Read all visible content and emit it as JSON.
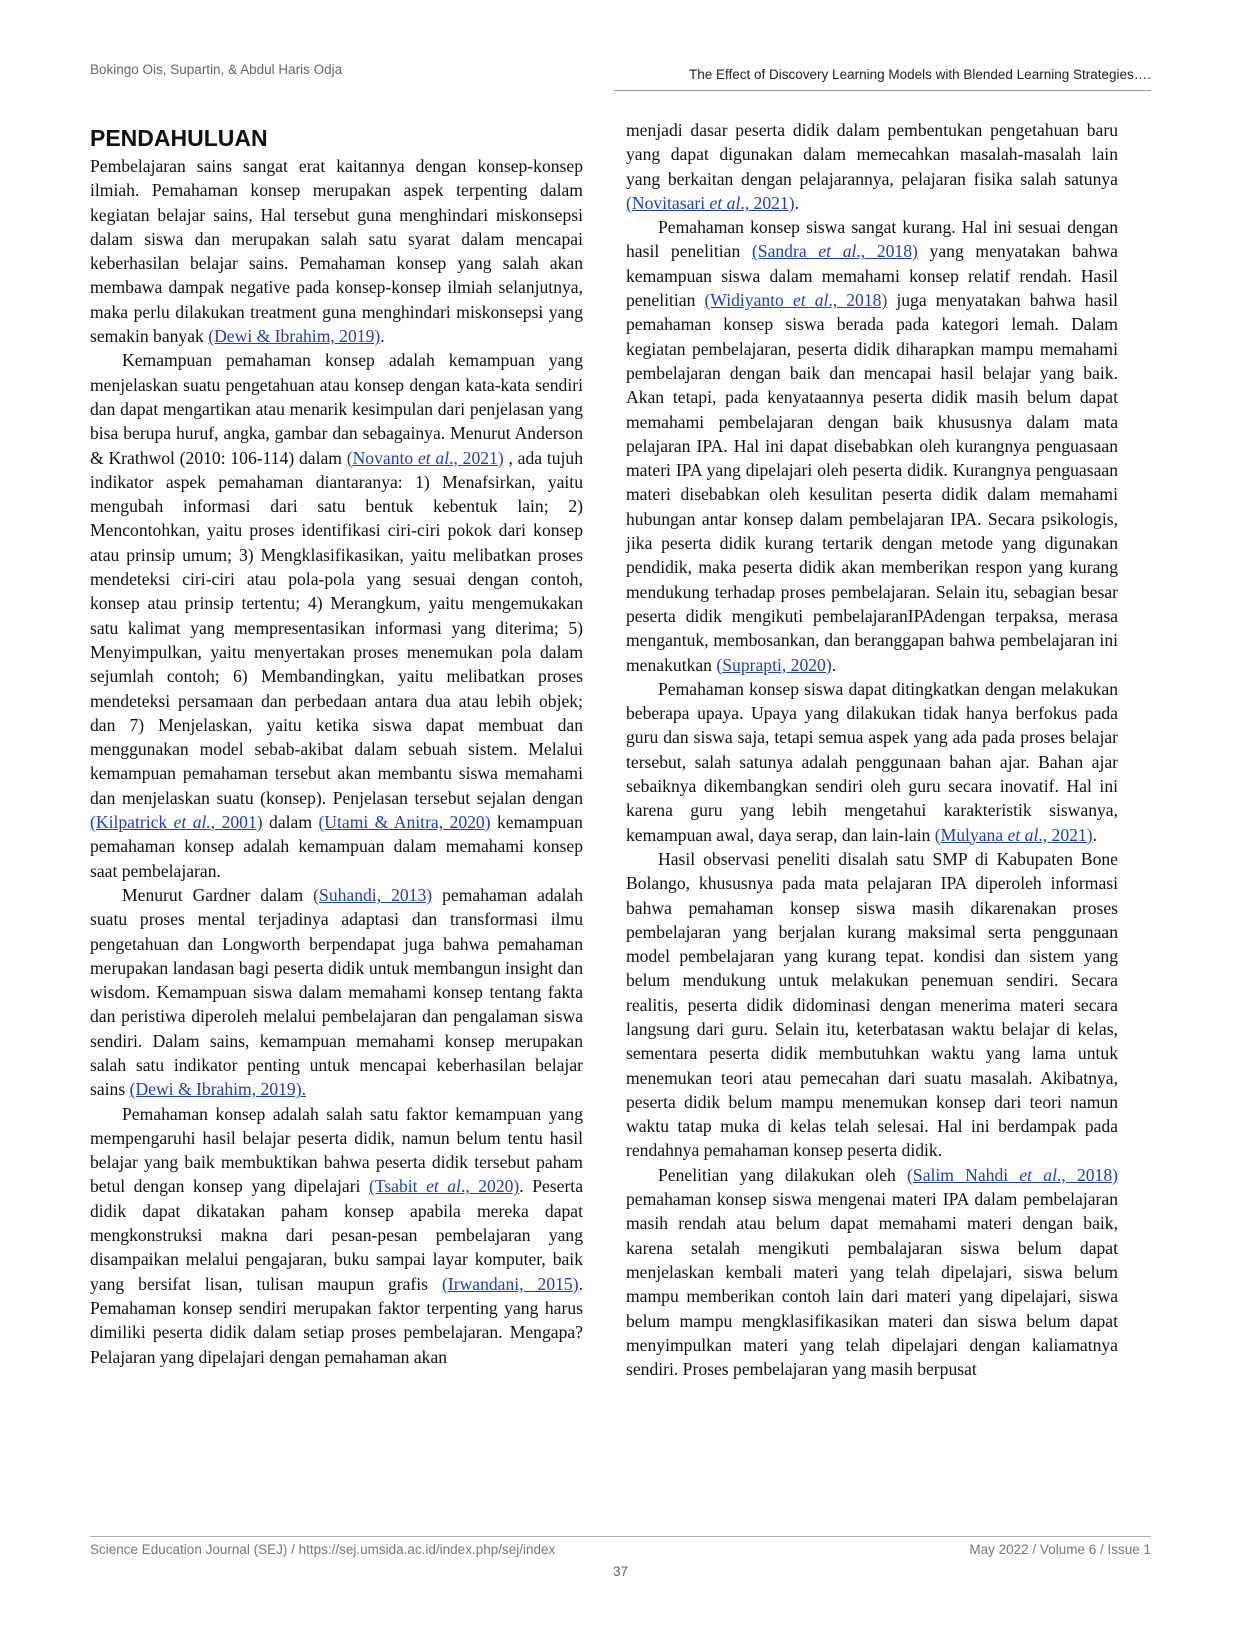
{
  "header": {
    "authors": "Bokingo Ois, Supartin, & Abdul Haris Odja",
    "running_title": "The Effect of Discovery Learning Models with Blended Learning Strategies…."
  },
  "section": {
    "heading": "PENDAHULUAN"
  },
  "left_column": {
    "p1_text": "Pembelajaran sains sangat erat kaitannya dengan konsep-konsep ilmiah. Pemahaman konsep merupakan aspek terpenting dalam kegiatan belajar sains, Hal tersebut guna menghindari miskonsepsi dalam siswa dan merupakan salah satu syarat dalam mencapai keberhasilan belajar sains. Pemahaman konsep yang salah akan membawa dampak negative pada konsep-konsep ilmiah selanjutnya, maka perlu dilakukan treatment guna menghindari miskonsepsi yang semakin banyak ",
    "p1_cite": "(Dewi & Ibrahim, 2019)",
    "p1_end": ".",
    "p2_a": "Kemampuan pemahaman konsep adalah kemampuan yang menjelaskan suatu pengetahuan atau konsep dengan kata-kata sendiri dan dapat mengartikan atau menarik kesimpulan dari penjelasan yang bisa berupa huruf, angka, gambar dan sebagainya. Menurut Anderson & Krathwol (2010: 106-114) dalam ",
    "p2_cite1_pre": "(Novanto ",
    "p2_cite1_em": "et al",
    "p2_cite1_post": "., 2021)",
    "p2_b": " , ada tujuh indikator aspek pemahaman diantaranya: 1) Menafsirkan, yaitu mengubah informasi dari satu bentuk kebentuk lain; 2) Mencontohkan, yaitu proses identifikasi ciri-ciri pokok dari konsep atau prinsip umum; 3) Mengklasifikasikan, yaitu melibatkan proses mendeteksi ciri-ciri atau pola-pola yang sesuai dengan contoh, konsep atau prinsip tertentu; 4) Merangkum, yaitu mengemukakan satu kalimat yang mempresentasikan informasi yang diterima; 5) Menyimpulkan, yaitu menyertakan proses menemukan pola dalam sejumlah contoh; 6) Membandingkan, yaitu melibatkan proses mendeteksi persamaan dan perbedaan antara dua atau lebih objek; dan 7) Menjelaskan, yaitu ketika siswa dapat membuat dan menggunakan model sebab-akibat dalam sebuah sistem. Melalui kemampuan pemahaman tersebut akan membantu siswa memahami dan menjelaskan suatu (konsep). Penjelasan tersebut sejalan dengan ",
    "p2_cite2_pre": "(Kilpatrick ",
    "p2_cite2_em": "et al.",
    "p2_cite2_post": ", 2001)",
    "p2_c": " dalam ",
    "p2_cite3": "(Utami & Anitra, 2020)",
    "p2_d": " kemampuan pemahaman konsep adalah kemampuan dalam memahami konsep saat pembelajaran.",
    "p3_a": "Menurut Gardner dalam ",
    "p3_cite1": "(Suhandi, 2013)",
    "p3_b": " pemahaman adalah suatu proses mental terjadinya adaptasi dan transformasi ilmu pengetahuan dan Longworth berpendapat juga bahwa pemahaman merupakan landasan bagi peserta didik untuk membangun insight dan wisdom. Kemampuan siswa dalam memahami konsep tentang fakta dan peristiwa diperoleh melalui pembelajaran dan pengalaman siswa sendiri. Dalam sains, kemampuan memahami konsep merupakan salah satu indikator penting untuk mencapai keberhasilan belajar sains ",
    "p3_cite2": "(Dewi & Ibrahim, 2019).",
    "p4_a": "Pemahaman konsep adalah salah satu faktor kemampuan yang mempengaruhi hasil belajar peserta didik, namun belum tentu hasil belajar yang baik membuktikan bahwa peserta didik tersebut paham betul dengan konsep yang dipelajari ",
    "p4_cite1_pre": "(Tsabit ",
    "p4_cite1_em": "et al",
    "p4_cite1_post": "., 2020)",
    "p4_b": ". Peserta didik dapat dikatakan paham konsep apabila mereka dapat mengkonstruksi makna dari pesan-pesan pembelajaran yang disampaikan melalui pengajaran, buku sampai layar komputer, baik yang bersifat lisan, tulisan maupun grafis ",
    "p4_cite2": "(Irwandani, 2015)",
    "p4_c": ". Pemahaman konsep sendiri merupakan faktor terpenting yang harus dimiliki peserta didik dalam setiap proses pembelajaran. Mengapa? Pelajaran yang dipelajari dengan pemahaman akan"
  },
  "right_column": {
    "p1_a": "menjadi dasar peserta didik dalam pembentukan pengetahuan baru yang dapat digunakan dalam memecahkan masalah-masalah lain yang berkaitan dengan pelajarannya, pelajaran fisika salah satunya ",
    "p1_cite_pre": "(Novitasari ",
    "p1_cite_em": "et al",
    "p1_cite_post": "., 2021)",
    "p1_end": ".",
    "p2_a": "Pemahaman konsep siswa sangat kurang. Hal ini sesuai dengan hasil penelitian ",
    "p2_cite1_pre": "(Sandra ",
    "p2_cite1_em": "et al",
    "p2_cite1_post": "., 2018)",
    "p2_b": " yang menyatakan bahwa kemampuan siswa dalam memahami konsep relatif rendah. Hasil penelitian ",
    "p2_cite2_pre": "(Widiyanto ",
    "p2_cite2_em": "et al",
    "p2_cite2_post": "., 2018)",
    "p2_c": " juga menyatakan bahwa hasil pemahaman konsep siswa berada pada kategori lemah. Dalam kegiatan pembelajaran, peserta didik diharapkan mampu memahami pembelajaran dengan baik dan mencapai hasil belajar yang baik. Akan tetapi, pada kenyataannya peserta didik masih belum dapat memahami pembelajaran dengan baik khususnya dalam mata pelajaran IPA. Hal ini dapat disebabkan oleh kurangnya penguasaan materi IPA yang dipelajari oleh peserta didik. Kurangnya penguasaan materi disebabkan oleh kesulitan peserta didik dalam memahami hubungan antar konsep dalam pembelajaran IPA. Secara psikologis, jika peserta didik kurang tertarik dengan metode yang digunakan pendidik, maka peserta didik akan memberikan respon yang kurang mendukung terhadap proses pembelajaran. Selain itu, sebagian besar peserta didik mengikuti pembelajaranIPAdengan terpaksa, merasa mengantuk, membosankan, dan beranggapan bahwa pembelajaran ini menakutkan ",
    "p2_cite3": "(Suprapti, 2020)",
    "p2_end": ".",
    "p3_a": "Pemahaman konsep siswa dapat ditingkatkan dengan melakukan beberapa upaya. Upaya yang dilakukan tidak hanya berfokus pada guru dan siswa saja, tetapi semua aspek yang ada pada proses belajar tersebut, salah satunya adalah penggunaan bahan ajar. Bahan ajar sebaiknya dikembangkan sendiri oleh guru secara inovatif. Hal ini karena guru yang lebih mengetahui karakteristik siswanya, kemampuan awal, daya serap, dan lain-lain ",
    "p3_cite_pre": "(Mulyana ",
    "p3_cite_em": "et al",
    "p3_cite_post": "., 2021)",
    "p3_end": ".",
    "p4": "Hasil observasi peneliti disalah satu SMP di Kabupaten Bone Bolango, khususnya pada mata pelajaran IPA diperoleh informasi bahwa pemahaman konsep siswa masih dikarenakan proses pembelajaran yang berjalan kurang maksimal serta penggunaan model pembelajaran yang kurang tepat. kondisi dan sistem yang belum mendukung untuk melakukan penemuan sendiri. Secara realitis, peserta didik didominasi dengan menerima materi secara langsung dari guru. Selain itu, keterbatasan waktu belajar di kelas, sementara peserta didik membutuhkan waktu yang lama untuk menemukan teori atau pemecahan dari suatu masalah. Akibatnya, peserta didik belum mampu menemukan konsep dari teori namun waktu tatap muka di kelas telah selesai. Hal ini berdampak pada rendahnya pemahaman konsep peserta didik.",
    "p5_a": "Penelitian yang dilakukan oleh ",
    "p5_cite_pre": "(Salim Nahdi ",
    "p5_cite_em": "et al",
    "p5_cite_post": "., 2018)",
    "p5_b": " pemahaman konsep siswa mengenai materi IPA dalam pembelajaran masih rendah atau belum dapat memahami materi dengan baik, karena setalah mengikuti pembalajaran siswa belum dapat menjelaskan kembali materi yang telah dipelajari, siswa belum mampu memberikan contoh lain dari materi yang dipelajari, siswa belum mampu mengklasifikasikan materi dan siswa belum dapat menyimpulkan materi yang telah dipelajari dengan kaliamatnya sendiri. Proses pembelajaran yang masih berpusat"
  },
  "footer": {
    "journal": "Science Education Journal (SEJ) / https://sej.umsida.ac.id/index.php/sej/index",
    "issue": "May 2022 / Volume 6 / Issue 1",
    "page_number": "37"
  },
  "colors": {
    "citation_link": "#1c3fc2",
    "rule": "#9a9a9a"
  }
}
